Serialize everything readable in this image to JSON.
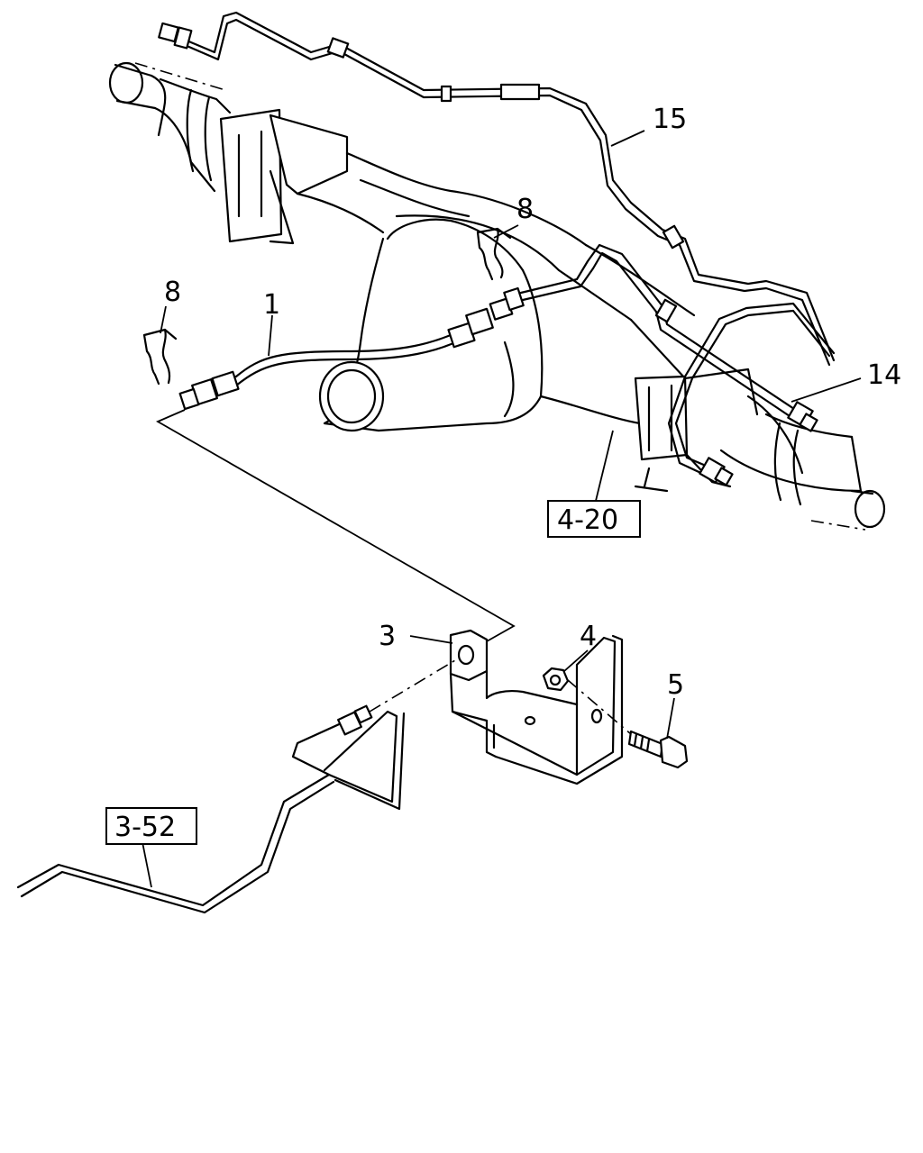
{
  "callouts": {
    "c15": "15",
    "c8a": "8",
    "c8b": "8",
    "c1": "1",
    "c14": "14",
    "c3": "3",
    "c4": "4",
    "c5": "5"
  },
  "references": {
    "r420": "4-20",
    "r352": "3-52"
  }
}
